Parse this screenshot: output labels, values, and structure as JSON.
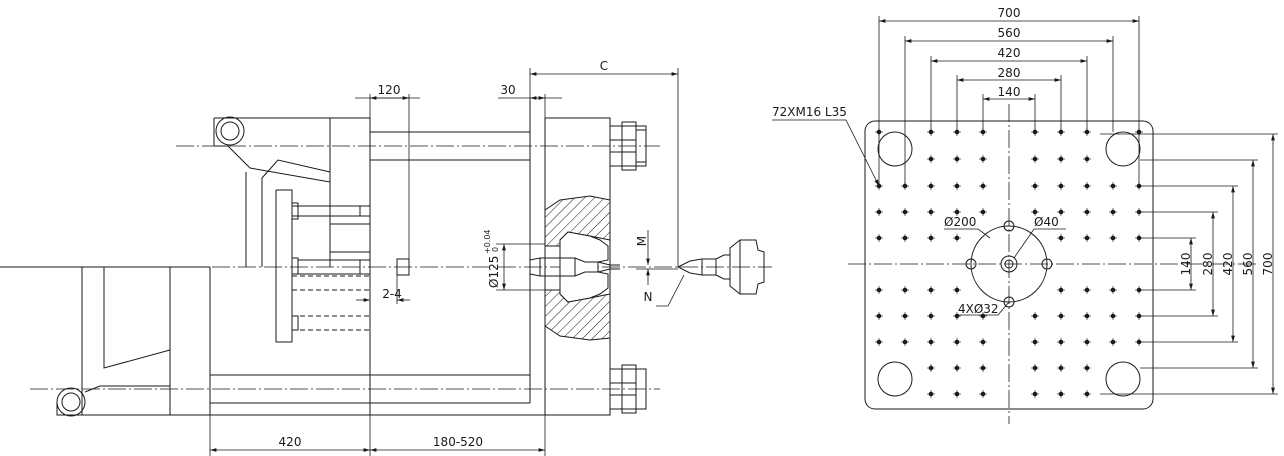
{
  "side_view": {
    "dim_120": "120",
    "dim_30": "30",
    "dim_c": "C",
    "dim_m": "M",
    "dim_n": "N",
    "dim_2_4": "2-4",
    "dim_420": "420",
    "dim_180_520": "180-520",
    "dia_125_main": "Ø125",
    "dia_125_tol_upper": "+0.04",
    "dia_125_tol_lower": "0"
  },
  "platen_view": {
    "dim_700": "700",
    "dim_560": "560",
    "dim_420": "420",
    "dim_280": "280",
    "dim_140": "140",
    "v_dim_140": "140",
    "v_dim_280": "280",
    "v_dim_420": "420",
    "v_dim_560": "560",
    "v_dim_700": "700",
    "holes_label": "72XM16 L35",
    "dia_200": "Ø200",
    "dia_40": "Ø40",
    "holes_4x32": "4XØ32"
  },
  "colors": {
    "line": "#1a1a1a",
    "background": "#ffffff"
  }
}
